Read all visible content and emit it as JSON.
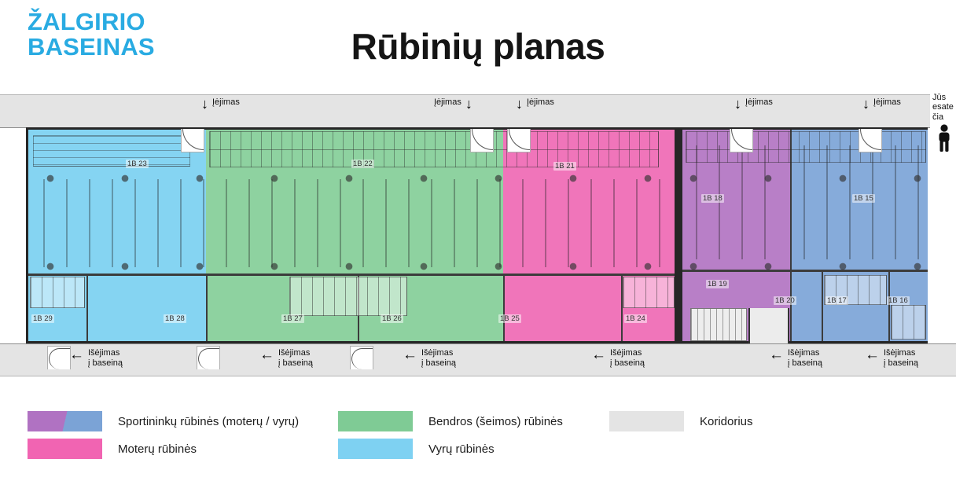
{
  "title": "Rūbinių planas",
  "logo": {
    "line1": "ŽALGIRIO",
    "line2": "BASEINAS"
  },
  "plan": {
    "entrance_label": "Įėjimas",
    "exit_line1": "Išėjimas",
    "exit_line2": "į baseiną",
    "you_are_here": "Jūs esate čia",
    "rooms": [
      {
        "id": "1B 23",
        "zone": "vyru"
      },
      {
        "id": "1B 22",
        "zone": "bendros"
      },
      {
        "id": "1B 21",
        "zone": "moteru"
      },
      {
        "id": "1B 18",
        "zone": "sport-moteru"
      },
      {
        "id": "1B 15",
        "zone": "sport-vyru"
      },
      {
        "id": "1B 29",
        "zone": "vyru"
      },
      {
        "id": "1B 28",
        "zone": "vyru"
      },
      {
        "id": "1B 27",
        "zone": "bendros"
      },
      {
        "id": "1B 26",
        "zone": "bendros"
      },
      {
        "id": "1B 25",
        "zone": "moteru"
      },
      {
        "id": "1B 24",
        "zone": "moteru"
      },
      {
        "id": "1B 19",
        "zone": "sport-moteru"
      },
      {
        "id": "1B 20",
        "zone": "sport-vyru"
      },
      {
        "id": "1B 17",
        "zone": "sport-vyru"
      },
      {
        "id": "1B 16",
        "zone": "sport-vyru"
      }
    ]
  },
  "legend": {
    "items": [
      {
        "label": "Sportininkų rūbinės (moterų / vyrų)",
        "swatch": "split"
      },
      {
        "label": "Moterų rūbinės",
        "swatch": "moteru"
      },
      {
        "label": "Bendros (šeimos) rūbinės",
        "swatch": "bendros"
      },
      {
        "label": "Vyrų rūbinės",
        "swatch": "vyru"
      },
      {
        "label": "Koridorius",
        "swatch": "koridorius"
      }
    ]
  },
  "colors": {
    "logo": "#29abe2",
    "vyru": "#85d4f2",
    "bendros": "#8ed2a0",
    "moteru": "#f075ba",
    "sport-moteru": "#b87fc7",
    "sport-vyru": "#86abda",
    "koridorius": "#e4e4e4",
    "legend-vyru": "#7ed1f2",
    "legend-bendros": "#7fcb95",
    "legend-moteru": "#f164b2",
    "legend-sport-moteru": "#b072c2",
    "legend-sport-vyru": "#7ba3d6"
  }
}
